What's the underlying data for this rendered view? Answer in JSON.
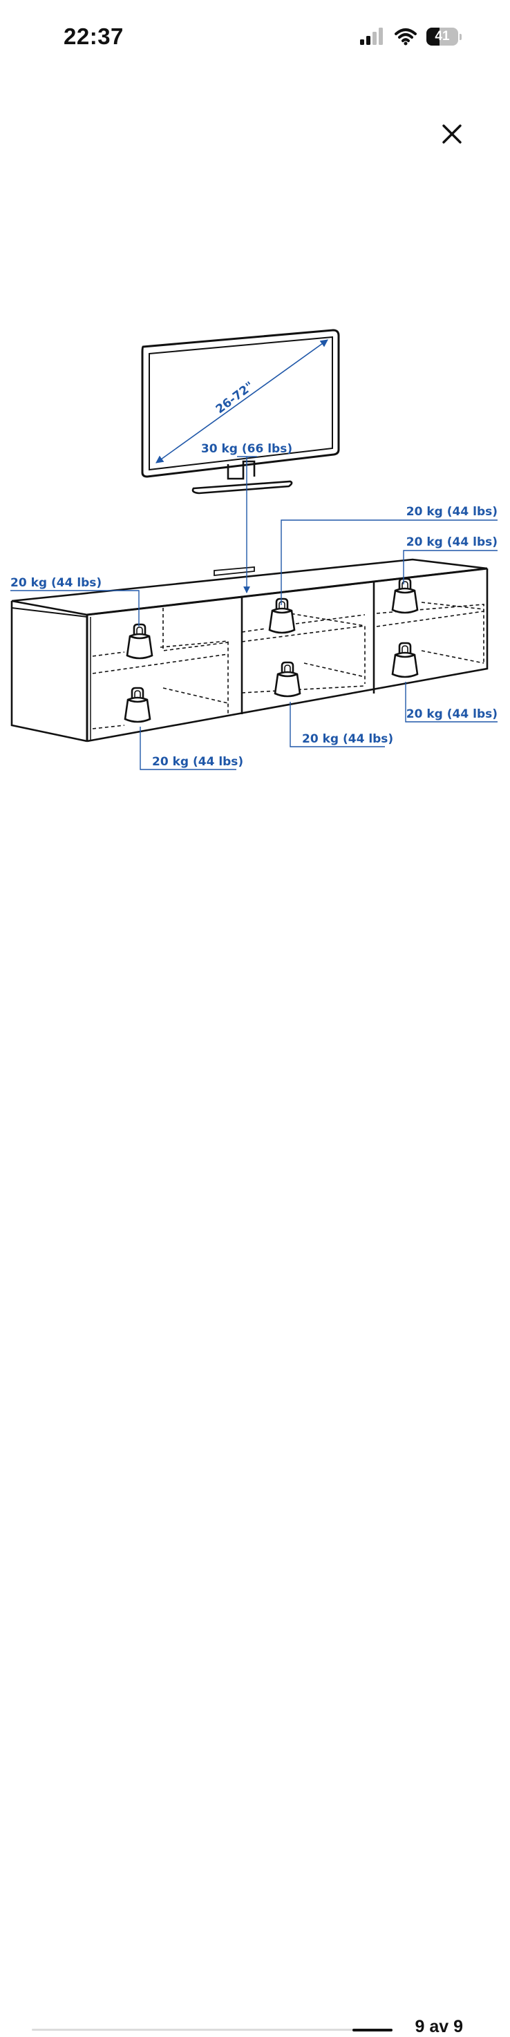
{
  "status_bar": {
    "time": "22:37",
    "battery": "41",
    "battery_level": 0.41,
    "icons": [
      "cellular-signal-icon",
      "wifi-icon",
      "battery-icon"
    ]
  },
  "viewer": {
    "close_icon": "close-icon",
    "image": {
      "tv_size_label": "26-72\"",
      "tv_weight_label": "30 kg (66 lbs)",
      "shelf_weight_labels": [
        "20 kg (44 lbs)",
        "20 kg (44 lbs)",
        "20 kg (44 lbs)",
        "20 kg (44 lbs)",
        "20 kg (44 lbs)",
        "20 kg (44 lbs)"
      ],
      "accent_color": "#1f57a8"
    },
    "pager": {
      "current": 9,
      "total": 9,
      "label": "9 av 9",
      "progress": 1.0
    }
  }
}
